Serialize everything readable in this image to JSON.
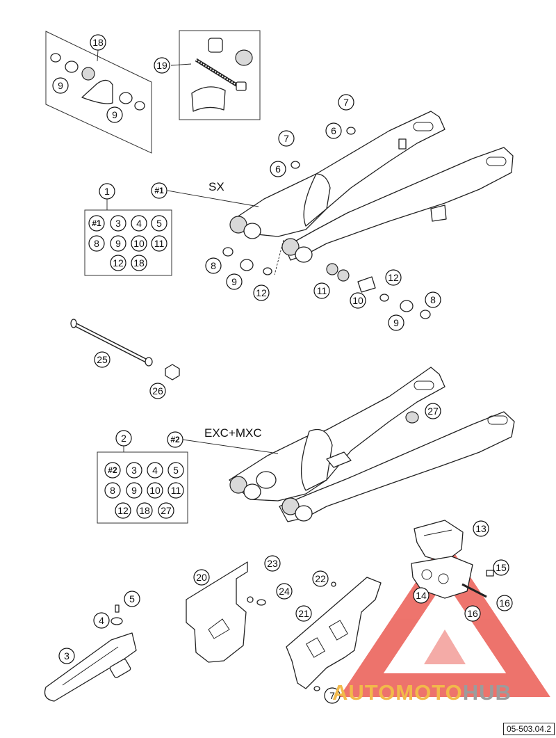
{
  "variants": {
    "sx_label": "SX",
    "exc_label": "EXC+MXC"
  },
  "kits": {
    "kit1": {
      "number": "1",
      "marker": "#1",
      "items": [
        "#1",
        "3",
        "4",
        "5",
        "8",
        "9",
        "10",
        "11",
        "12",
        "18"
      ]
    },
    "kit2": {
      "number": "2",
      "marker": "#2",
      "items": [
        "#2",
        "3",
        "4",
        "5",
        "8",
        "9",
        "10",
        "11",
        "12",
        "18",
        "27"
      ]
    }
  },
  "callouts": {
    "c18": "18",
    "c19": "19",
    "c9a": "9",
    "c9b": "9",
    "c7a": "7",
    "c6a": "6",
    "c7b": "7",
    "c6b": "6",
    "c8a": "8",
    "c9c": "9",
    "c12a": "12",
    "c11": "11",
    "c10": "10",
    "c12b": "12",
    "c8b": "8",
    "c9d": "9",
    "c25": "25",
    "c26": "26",
    "c27": "27",
    "c13": "13",
    "c15": "15",
    "c14": "14",
    "c16a": "16",
    "c16b": "16",
    "c20": "20",
    "c23": "23",
    "c22": "22",
    "c24": "24",
    "c21": "21",
    "c5": "5",
    "c4": "4",
    "c3": "3",
    "c7c": "7",
    "m1": "#1",
    "m2": "#2"
  },
  "watermark": {
    "part1": "AUTOMOTO",
    "part2": "HUB",
    "color_primary": "#f2b94a",
    "color_secondary": "#9c9c9c",
    "triangle_color": "#e8453c"
  },
  "document_code": "05-503.04.2"
}
